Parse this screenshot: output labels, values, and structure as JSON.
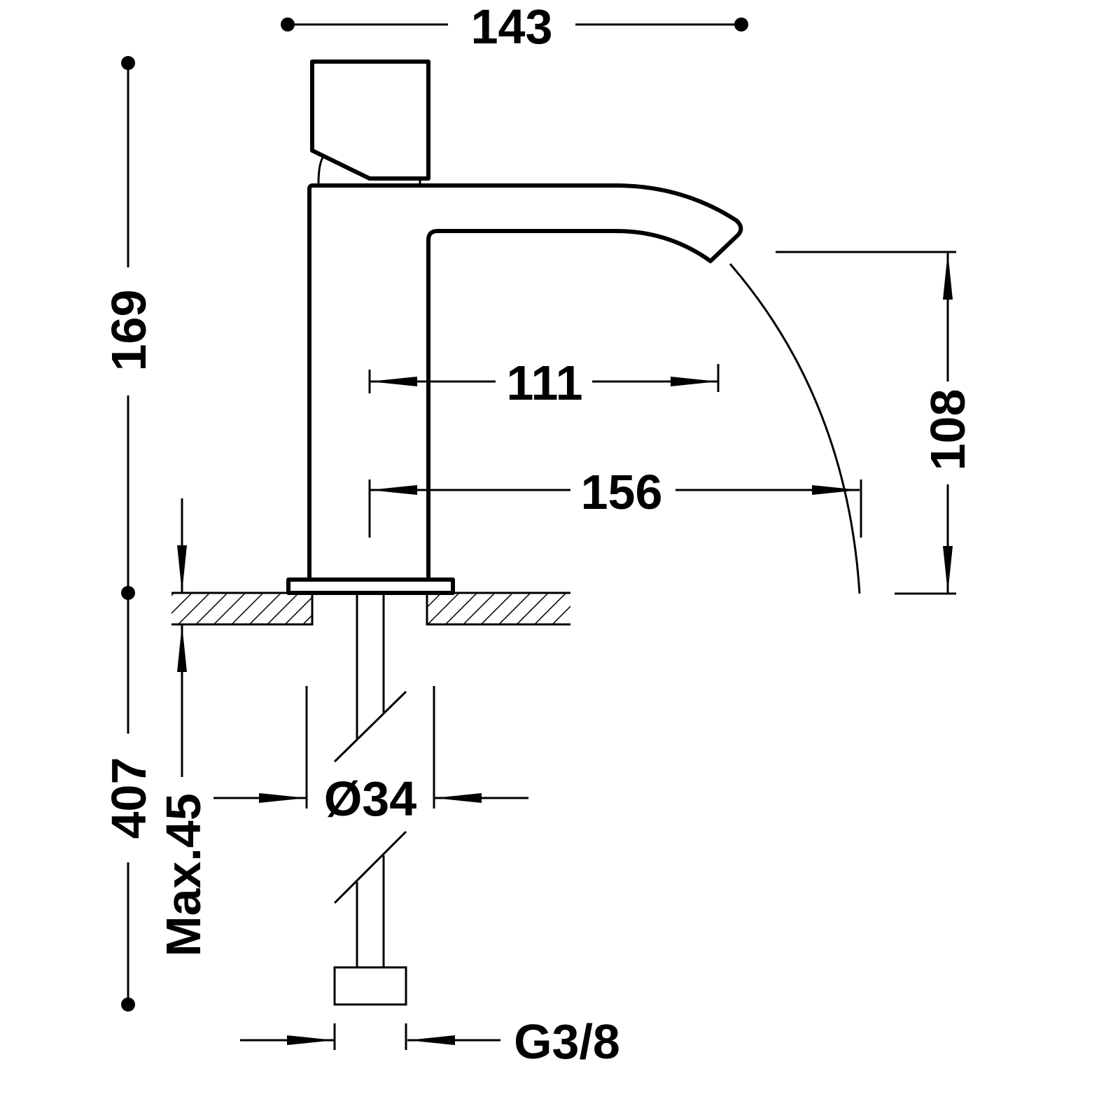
{
  "drawing": {
    "dimensions": {
      "overall_width": "143",
      "overall_height": "169",
      "below_counter_length": "407",
      "max_counter_thickness": "Max.45",
      "spout_reach_inner": "111",
      "water_reach": "156",
      "spout_height": "108",
      "hole_diameter": "Ø34",
      "connection_thread": "G3/8"
    },
    "colors": {
      "line": "#000000",
      "background": "#ffffff"
    }
  }
}
